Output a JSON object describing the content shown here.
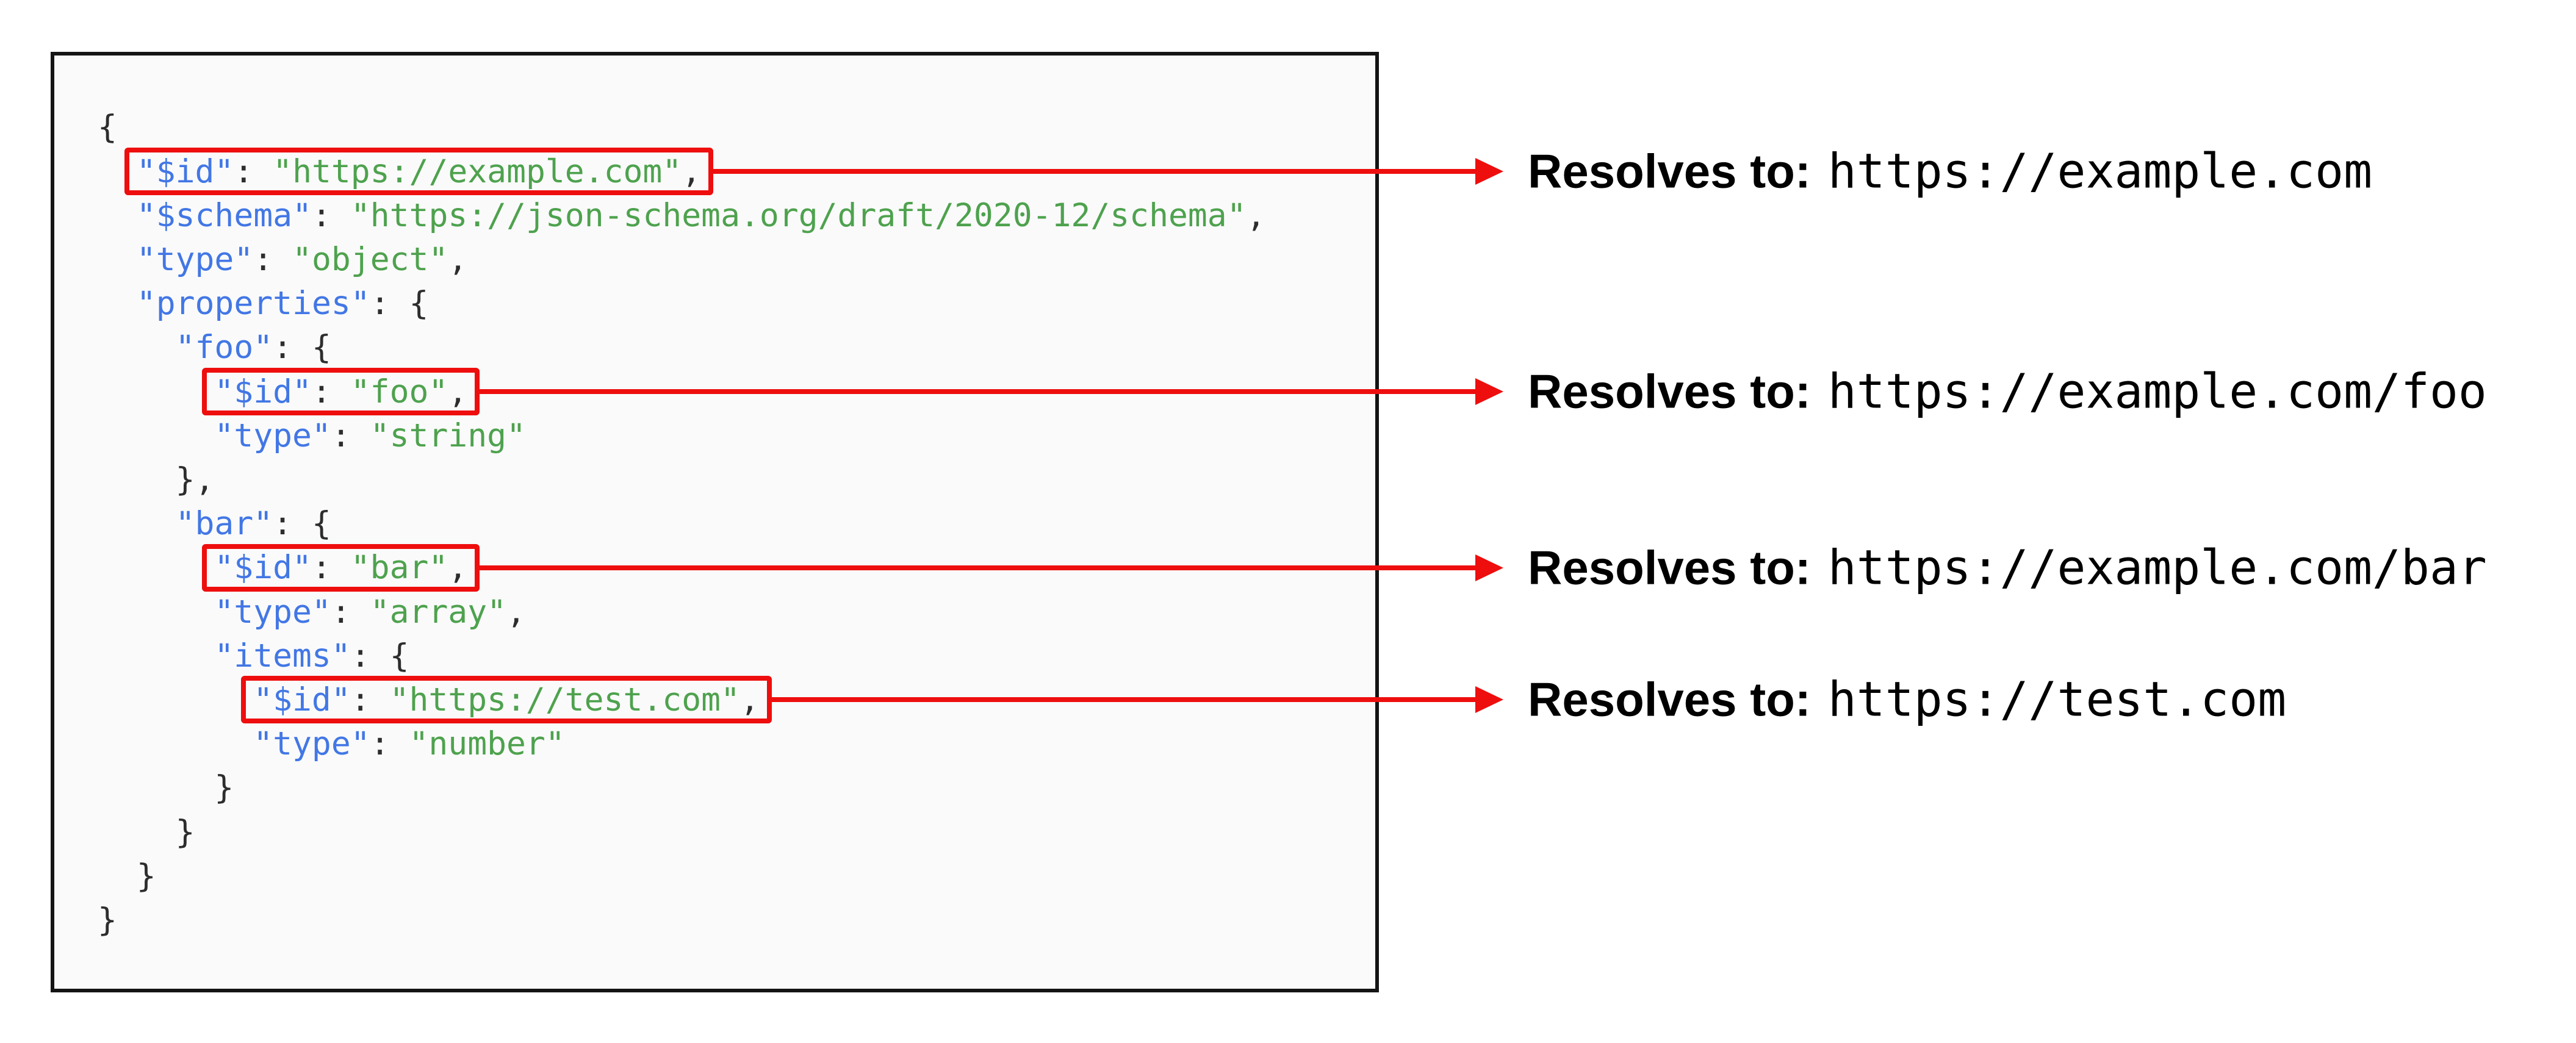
{
  "colors": {
    "key": "#4277E5",
    "string": "#4EA24E",
    "punct": "#2D2D2D",
    "red": "#EE0E0E",
    "code_background": "#FAFAFA",
    "code_border": "#141414"
  },
  "code": {
    "language": "json",
    "lines": [
      {
        "indent": 0,
        "boxed": false,
        "tokens": [
          {
            "c": "p",
            "t": "{"
          }
        ]
      },
      {
        "indent": 1,
        "boxed": true,
        "tokens": [
          {
            "c": "k",
            "t": "\"$id\""
          },
          {
            "c": "p",
            "t": ": "
          },
          {
            "c": "s",
            "t": "\"https://example.com\""
          },
          {
            "c": "p",
            "t": ","
          }
        ]
      },
      {
        "indent": 1,
        "boxed": false,
        "tokens": [
          {
            "c": "k",
            "t": "\"$schema\""
          },
          {
            "c": "p",
            "t": ": "
          },
          {
            "c": "s",
            "t": "\"https://json-schema.org/draft/2020-12/schema\""
          },
          {
            "c": "p",
            "t": ","
          }
        ]
      },
      {
        "indent": 1,
        "boxed": false,
        "tokens": [
          {
            "c": "k",
            "t": "\"type\""
          },
          {
            "c": "p",
            "t": ": "
          },
          {
            "c": "s",
            "t": "\"object\""
          },
          {
            "c": "p",
            "t": ","
          }
        ]
      },
      {
        "indent": 1,
        "boxed": false,
        "tokens": [
          {
            "c": "k",
            "t": "\"properties\""
          },
          {
            "c": "p",
            "t": ": {"
          }
        ]
      },
      {
        "indent": 2,
        "boxed": false,
        "tokens": [
          {
            "c": "k",
            "t": "\"foo\""
          },
          {
            "c": "p",
            "t": ": {"
          }
        ]
      },
      {
        "indent": 3,
        "boxed": true,
        "tokens": [
          {
            "c": "k",
            "t": "\"$id\""
          },
          {
            "c": "p",
            "t": ": "
          },
          {
            "c": "s",
            "t": "\"foo\""
          },
          {
            "c": "p",
            "t": ","
          }
        ]
      },
      {
        "indent": 3,
        "boxed": false,
        "tokens": [
          {
            "c": "k",
            "t": "\"type\""
          },
          {
            "c": "p",
            "t": ": "
          },
          {
            "c": "s",
            "t": "\"string\""
          }
        ]
      },
      {
        "indent": 2,
        "boxed": false,
        "tokens": [
          {
            "c": "p",
            "t": "},"
          }
        ]
      },
      {
        "indent": 2,
        "boxed": false,
        "tokens": [
          {
            "c": "k",
            "t": "\"bar\""
          },
          {
            "c": "p",
            "t": ": {"
          }
        ]
      },
      {
        "indent": 3,
        "boxed": true,
        "tokens": [
          {
            "c": "k",
            "t": "\"$id\""
          },
          {
            "c": "p",
            "t": ": "
          },
          {
            "c": "s",
            "t": "\"bar\""
          },
          {
            "c": "p",
            "t": ","
          }
        ]
      },
      {
        "indent": 3,
        "boxed": false,
        "tokens": [
          {
            "c": "k",
            "t": "\"type\""
          },
          {
            "c": "p",
            "t": ": "
          },
          {
            "c": "s",
            "t": "\"array\""
          },
          {
            "c": "p",
            "t": ","
          }
        ]
      },
      {
        "indent": 3,
        "boxed": false,
        "tokens": [
          {
            "c": "k",
            "t": "\"items\""
          },
          {
            "c": "p",
            "t": ": {"
          }
        ]
      },
      {
        "indent": 4,
        "boxed": true,
        "tokens": [
          {
            "c": "k",
            "t": "\"$id\""
          },
          {
            "c": "p",
            "t": ": "
          },
          {
            "c": "s",
            "t": "\"https://test.com\""
          },
          {
            "c": "p",
            "t": ","
          }
        ]
      },
      {
        "indent": 4,
        "boxed": false,
        "tokens": [
          {
            "c": "k",
            "t": "\"type\""
          },
          {
            "c": "p",
            "t": ": "
          },
          {
            "c": "s",
            "t": "\"number\""
          }
        ]
      },
      {
        "indent": 3,
        "boxed": false,
        "tokens": [
          {
            "c": "p",
            "t": "}"
          }
        ]
      },
      {
        "indent": 2,
        "boxed": false,
        "tokens": [
          {
            "c": "p",
            "t": "}"
          }
        ]
      },
      {
        "indent": 1,
        "boxed": false,
        "tokens": [
          {
            "c": "p",
            "t": "}"
          }
        ]
      },
      {
        "indent": 0,
        "boxed": false,
        "tokens": [
          {
            "c": "p",
            "t": "}"
          }
        ]
      }
    ]
  },
  "annotations": [
    {
      "label": "Resolves to:",
      "value": "https://example.com",
      "line": 1
    },
    {
      "label": "Resolves to:",
      "value": "https://example.com/foo",
      "line": 6
    },
    {
      "label": "Resolves to:",
      "value": "https://example.com/bar",
      "line": 10
    },
    {
      "label": "Resolves to:",
      "value": "https://test.com",
      "line": 13
    }
  ]
}
